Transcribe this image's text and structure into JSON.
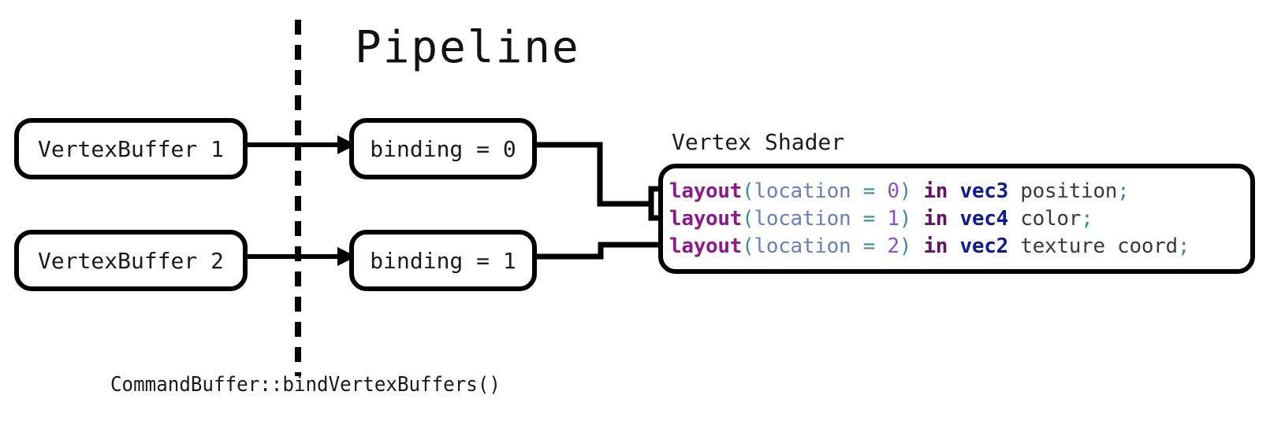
{
  "diagram": {
    "title": "Pipeline",
    "caption": "CommandBuffer::bindVertexBuffers()",
    "shader_label": "Vertex Shader",
    "divider": "dashed-vertical-separator"
  },
  "buffers": [
    {
      "id": "vertex-buffer-1",
      "label": "VertexBuffer 1"
    },
    {
      "id": "vertex-buffer-2",
      "label": "VertexBuffer 2"
    }
  ],
  "bindings": [
    {
      "id": "binding-0",
      "label": "binding = 0"
    },
    {
      "id": "binding-1",
      "label": "binding = 1"
    }
  ],
  "shader": {
    "lines": [
      {
        "keyword": "layout",
        "open": "(",
        "attribute": "location",
        "equals": " = ",
        "number": "0",
        "close": ")",
        "qualifier": " in ",
        "type": "vec3",
        "name": " position",
        "terminator": ";"
      },
      {
        "keyword": "layout",
        "open": "(",
        "attribute": "location",
        "equals": " = ",
        "number": "1",
        "close": ")",
        "qualifier": " in ",
        "type": "vec4",
        "name": " color",
        "terminator": ";"
      },
      {
        "keyword": "layout",
        "open": "(",
        "attribute": "location",
        "equals": " = ",
        "number": "2",
        "close": ")",
        "qualifier": " in ",
        "type": "vec2",
        "name": " texture coord",
        "terminator": ";"
      }
    ]
  },
  "colors": {
    "ink": "#000000",
    "background": "#ffffff",
    "keyword": "#8b1a8b",
    "attribute": "#6a7fb8",
    "operator": "#3d8f8f",
    "number": "#8a4fd1",
    "qualifier": "#66126b",
    "type": "#101a8f",
    "identifier": "#3a3a3a"
  },
  "connectors": [
    {
      "id": "arrow-vb1-to-binding0",
      "from": "vertex-buffer-1",
      "to": "binding-0",
      "style": "arrow"
    },
    {
      "id": "arrow-vb2-to-binding1",
      "from": "vertex-buffer-2",
      "to": "binding-1",
      "style": "arrow"
    },
    {
      "id": "wire-binding0-to-shader",
      "from": "binding-0",
      "to": "shader-lines-1-2",
      "style": "elbow-bracket"
    },
    {
      "id": "wire-binding1-to-shader",
      "from": "binding-1",
      "to": "shader-line-3",
      "style": "elbow"
    }
  ]
}
